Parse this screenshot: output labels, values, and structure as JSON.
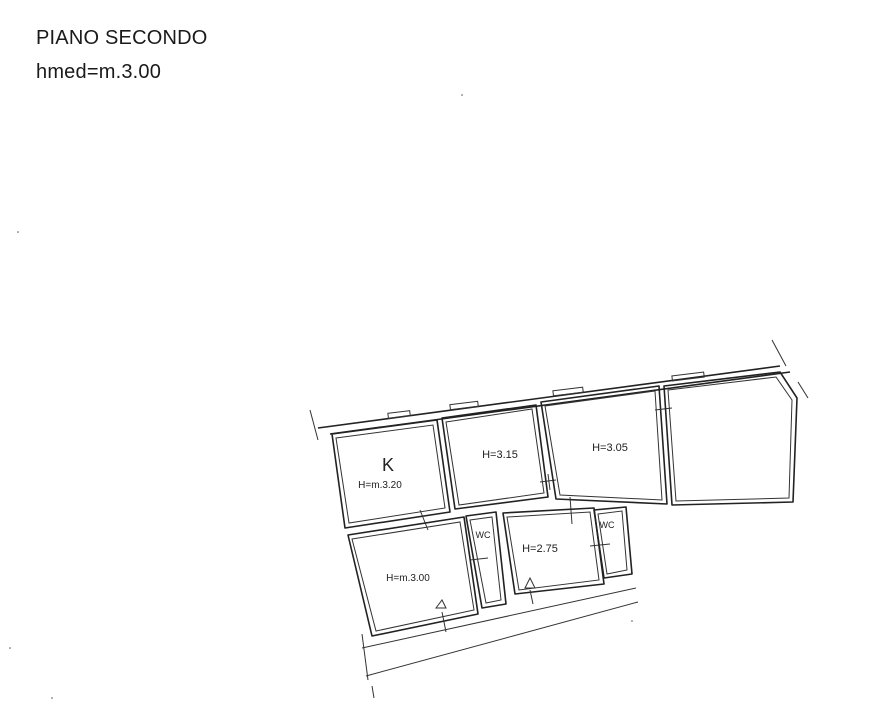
{
  "header": {
    "floor": "PIANO SECONDO",
    "average_height": "hmed=m.3.00"
  },
  "plan": {
    "rooms": [
      {
        "id": "kitchen",
        "letter": "K",
        "height": "H=m.3.20"
      },
      {
        "id": "room-2",
        "height": "H=3.15"
      },
      {
        "id": "room-3",
        "height": "H=3.05"
      },
      {
        "id": "room-4",
        "height": "H=m.3.00"
      },
      {
        "id": "wc-1",
        "label": "WC"
      },
      {
        "id": "room-6",
        "height": "H=2.75"
      },
      {
        "id": "wc-2",
        "label": "WC"
      }
    ]
  }
}
